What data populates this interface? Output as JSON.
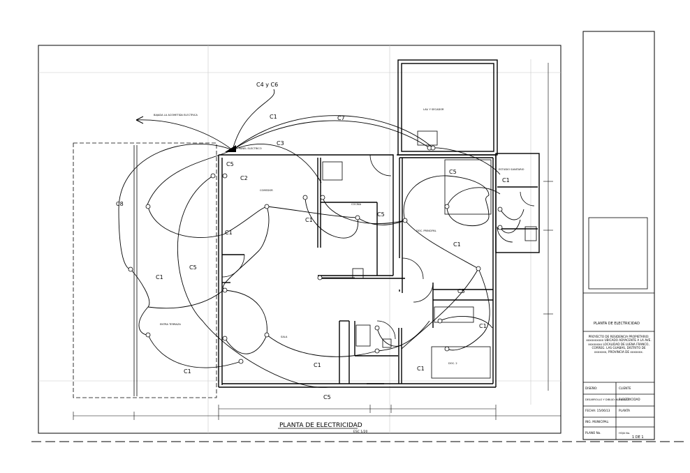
{
  "drawing": {
    "title": "PLANTA DE ELECTRICIDAD",
    "scale": "ESC 1/20"
  },
  "circuits": {
    "c4c6": "C4 y C6",
    "c1_top": "C1",
    "c7": "C7",
    "c3": "C3",
    "c5_top": "C5",
    "c2": "C2",
    "c8": "C8",
    "c1_left": "C1",
    "c5_left": "C5",
    "c1_mid": "C1",
    "c1_center": "C1",
    "c5_center": "C5",
    "c5_dorm": "C5",
    "c1_bath": "C1",
    "c1_dorm": "C1",
    "c5_right": "C5",
    "c1_right": "C1",
    "c1_bottom": "C1",
    "c1_br": "C1",
    "c5_bottom": "C5"
  },
  "annotations": {
    "exit_note": "BAJADA LA ACOMETIDA ELECTRICA",
    "panel_note": "PANEL ELECTRICO",
    "lav_note": "LAV. Y SECADOR",
    "bano_note": "ESTUDIO SANITARIO",
    "dorm_note": "DOC. PRINCIPAL",
    "cocina_note": "COCINA",
    "sala_note": "SALA",
    "comedor_note": "COMEDOR",
    "terraza_note": "ENTRA TERRAZA",
    "dorm2_note": "DOC. 2"
  },
  "title_block": {
    "sheet_title": "PLANTA DE ELECTRICIDAD",
    "project": "PROYECTO DE RESIDENCIA PROPIETARIO: xxxxxxxxxx UBICADO ADYACENTE A LA AVE. xxxxxxxx LOCALIDAD DE LUENA FRANCO, CORREG. LAS GUABAS, DISTRITO DE xxxxxxx, PROVINCIA DE xxxxxxx.",
    "diseno_label": "DISEÑO:",
    "diseno_value": "CLIENTE",
    "dibujo_label": "DESARROLLO Y DIBUJO: ALEX DIAZ",
    "dibujo_value": "ELECTRICIDAD",
    "fecha_label": "FECHA: 15/06/13",
    "fecha_value": "PLANTA",
    "municipal_label": "ING. MUNICIPAL:",
    "plano_label": "PLANO No.",
    "hoja_label": "HOJA No.",
    "hoja_value": "1 DE 1"
  }
}
